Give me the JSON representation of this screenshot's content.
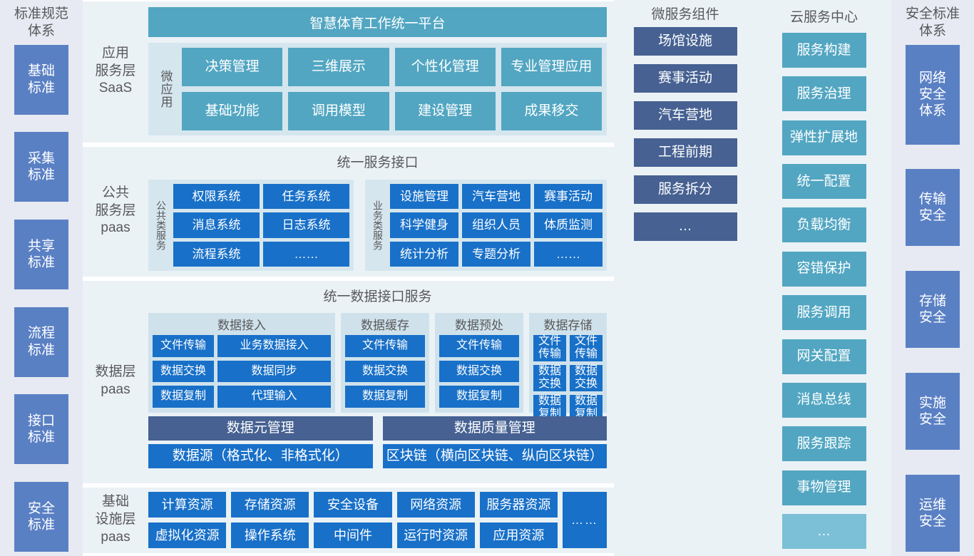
{
  "left_column": {
    "title": "标准规范\n体系",
    "title_lines": [
      "标准规范",
      "体系"
    ],
    "items": [
      {
        "label": "基础\n标准",
        "lines": [
          "基础",
          "标准"
        ]
      },
      {
        "label": "采集\n标准",
        "lines": [
          "采集",
          "标准"
        ]
      },
      {
        "label": "共享\n标准",
        "lines": [
          "共享",
          "标准"
        ]
      },
      {
        "label": "流程\n标准",
        "lines": [
          "流程",
          "标准"
        ]
      },
      {
        "label": "接口\n标准",
        "lines": [
          "接口",
          "标准"
        ]
      },
      {
        "label": "安全\n标准",
        "lines": [
          "安全",
          "标准"
        ]
      }
    ]
  },
  "application_layer": {
    "layer_label_lines": [
      "应用",
      "服务层",
      "SaaS"
    ],
    "platform_title": "智慧体育工作统一平台",
    "vertical_tab": "微应用",
    "apps": [
      "决策管理",
      "三维展示",
      "个性化管理",
      "专业管理应用",
      "基础功能",
      "调用模型",
      "建设管理",
      "成果移交"
    ]
  },
  "public_service_layer": {
    "layer_label_lines": [
      "公共",
      "服务层",
      "paas"
    ],
    "band_title": "统一服务接口",
    "groups": [
      {
        "vertical_tab": "公共类服务",
        "items": [
          "权限系统",
          "任务系统",
          "消息系统",
          "日志系统",
          "流程系统",
          "……"
        ]
      },
      {
        "vertical_tab": "业务类服务",
        "items": [
          "设施管理",
          "汽车营地",
          "赛事活动",
          "科学健身",
          "组织人员",
          "体质监测",
          "统计分析",
          "专题分析",
          "……"
        ]
      }
    ]
  },
  "data_layer": {
    "layer_label_lines": [
      "数据层",
      "paas"
    ],
    "band_title": "统一数据接口服务",
    "groups": [
      {
        "title": "数据接入",
        "items": [
          "文件传输",
          "业务数据接入",
          "数据交换",
          "数据同步",
          "数据复制",
          "代理输入"
        ]
      },
      {
        "title": "数据缓存",
        "items": [
          "文件传输",
          "数据交换",
          "数据复制"
        ]
      },
      {
        "title": "数据预处",
        "items": [
          "文件传输",
          "数据交换",
          "数据复制"
        ]
      },
      {
        "title": "数据存储",
        "items": [
          "文件传输",
          "文件传输",
          "数据交换",
          "数据交换",
          "数据复制",
          "数据复制"
        ]
      }
    ],
    "management_row": [
      "数据元管理",
      "数据质量管理"
    ],
    "source_row": [
      "数据源（格式化、非格式化）",
      "区块链（横向区块链、纵向区块链）"
    ]
  },
  "infrastructure_layer": {
    "layer_label_lines": [
      "基础",
      "设施层",
      "paas"
    ],
    "items": [
      "计算资源",
      "存储资源",
      "安全设备",
      "网络资源",
      "服务器资源",
      "虚拟化资源",
      "操作系统",
      "中间件",
      "运行时资源",
      "应用资源"
    ],
    "more_label": "……"
  },
  "microservice_column": {
    "title": "微服务组件",
    "items": [
      "场馆设施",
      "赛事活动",
      "汽车营地",
      "工程前期",
      "服务拆分",
      "…"
    ]
  },
  "cloud_column": {
    "title": "云服务中心",
    "items": [
      "服务构建",
      "服务治理",
      "弹性扩展地",
      "统一配置",
      "负载均衡",
      "容错保护",
      "服务调用",
      "网关配置",
      "消息总线",
      "服务跟踪",
      "事物管理",
      "…"
    ]
  },
  "right_column": {
    "title_lines": [
      "安全标准",
      "体系"
    ],
    "items": [
      {
        "lines": [
          "网络",
          "安全",
          "体系"
        ]
      },
      {
        "lines": [
          "传输",
          "安全"
        ]
      },
      {
        "lines": [
          "存储",
          "安全"
        ]
      },
      {
        "lines": [
          "实施",
          "安全"
        ]
      },
      {
        "lines": [
          "运维",
          "安全"
        ]
      }
    ]
  },
  "colors": {
    "bright_blue": "#1870c8",
    "slate_blue": "#466192",
    "teal": "#52a6c2",
    "periwinkle": "#5a80c4",
    "panel_bg": "#ebf2f6",
    "group_bg": "#d5e6ee",
    "side_bg": "#e7eaf2",
    "label_text": "#59595b"
  }
}
